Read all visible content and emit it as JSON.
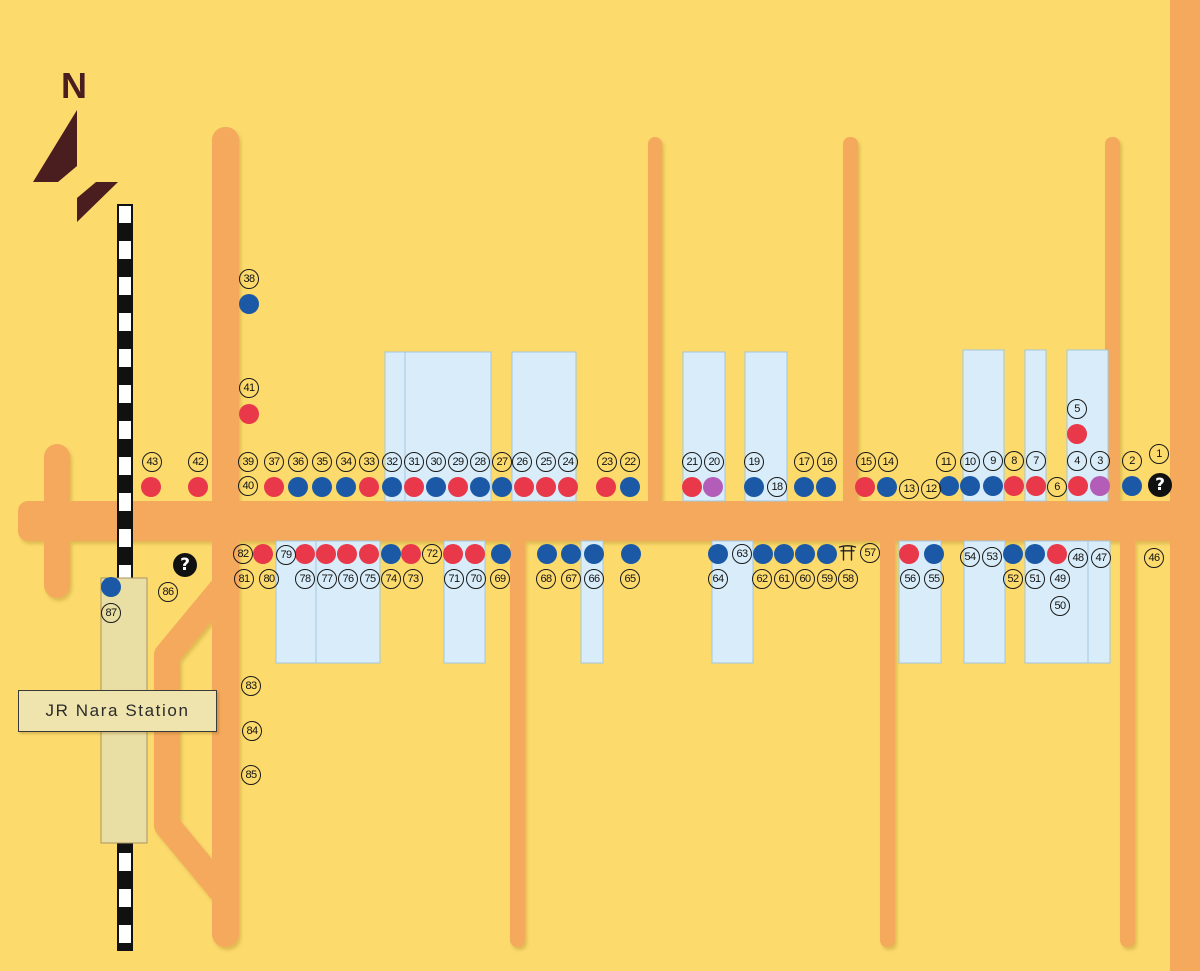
{
  "map": {
    "compass_label": "N",
    "station_label": "JR Nara Station",
    "info_glyph": "?",
    "icons": {
      "north": "north-arrow-icon",
      "info": "question-mark-icon",
      "shrine": "torii-gate-icon"
    },
    "colors": {
      "background": "#FCDA6C",
      "road": "#F4A95C",
      "arcade": "#D8EDF9",
      "arcade_edge": "#A3C7DE",
      "station": "#E9DEA3",
      "compass": "#4A1D1F",
      "dot_red": "#E8384A",
      "dot_blue": "#1B59A6",
      "dot_purple": "#B35DB8"
    },
    "markers": {
      "1": "1",
      "2": "2",
      "3": "3",
      "4": "4",
      "5": "5",
      "6": "6",
      "7": "7",
      "8": "8",
      "9": "9",
      "10": "10",
      "11": "11",
      "12": "12",
      "13": "13",
      "14": "14",
      "15": "15",
      "16": "16",
      "17": "17",
      "18": "18",
      "19": "19",
      "20": "20",
      "21": "21",
      "22": "22",
      "23": "23",
      "24": "24",
      "25": "25",
      "26": "26",
      "27": "27",
      "28": "28",
      "29": "29",
      "30": "30",
      "31": "31",
      "32": "32",
      "33": "33",
      "34": "34",
      "35": "35",
      "36": "36",
      "37": "37",
      "38": "38",
      "39": "39",
      "40": "40",
      "41": "41",
      "42": "42",
      "43": "43",
      "46": "46",
      "47": "47",
      "48": "48",
      "49": "49",
      "50": "50",
      "51": "51",
      "52": "52",
      "53": "53",
      "54": "54",
      "55": "55",
      "56": "56",
      "57": "57",
      "58": "58",
      "59": "59",
      "60": "60",
      "61": "61",
      "62": "62",
      "63": "63",
      "64": "64",
      "65": "65",
      "66": "66",
      "67": "67",
      "68": "68",
      "69": "69",
      "70": "70",
      "71": "71",
      "72": "72",
      "73": "73",
      "74": "74",
      "75": "75",
      "76": "76",
      "77": "77",
      "78": "78",
      "79": "79",
      "80": "80",
      "81": "81",
      "82": "82",
      "83": "83",
      "84": "84",
      "85": "85",
      "86": "86",
      "87": "87"
    }
  }
}
